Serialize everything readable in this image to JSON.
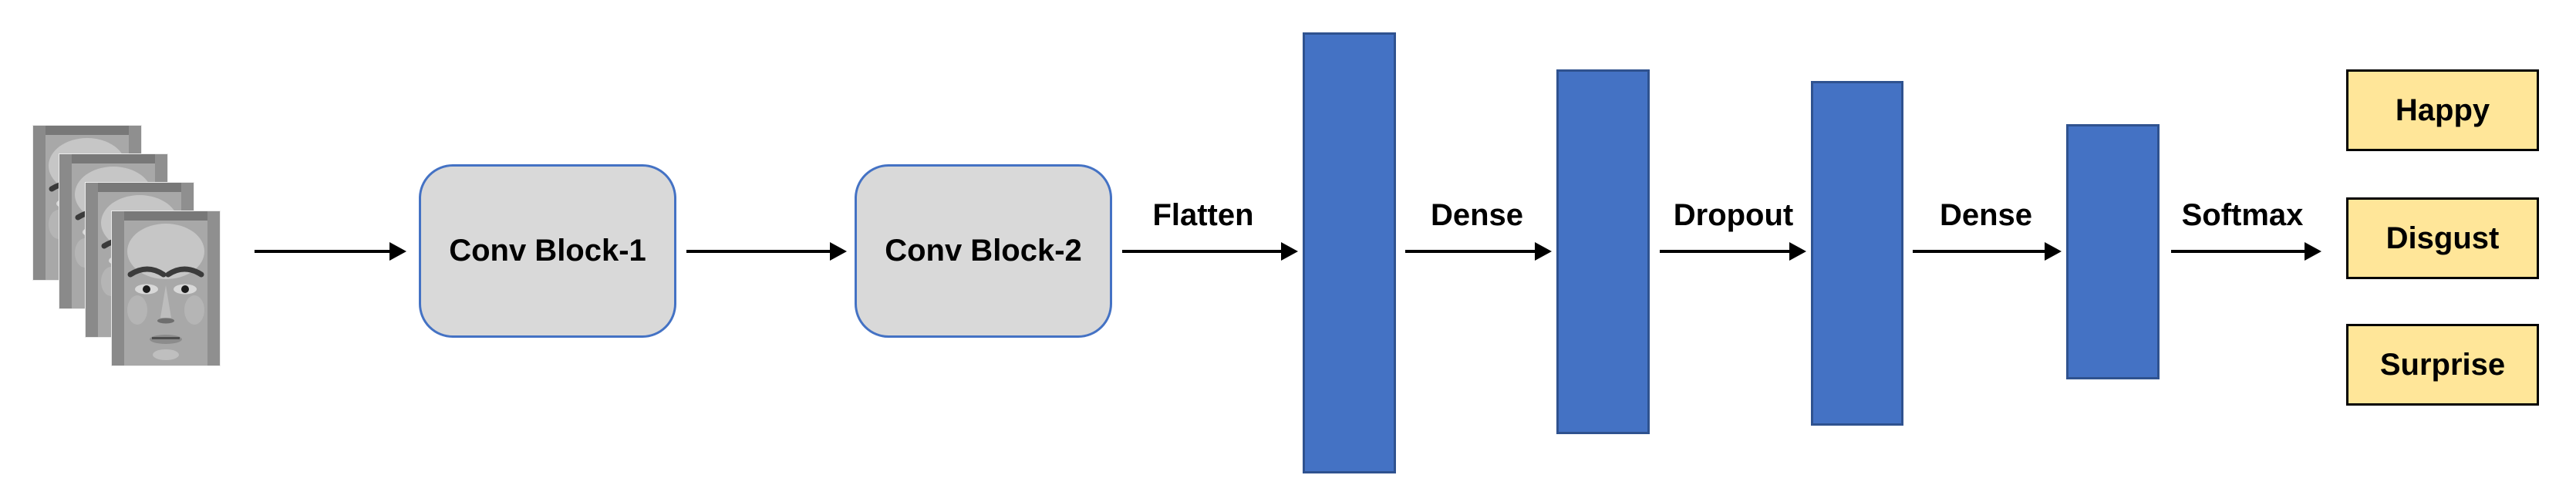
{
  "diagram_type": "cnn-architecture-flow",
  "colors": {
    "background": "#ffffff",
    "bar_fill": "#4472c4",
    "bar_border": "#2f528f",
    "conv_fill": "#d9d9d9",
    "conv_border": "#4472c4",
    "output_fill": "#ffe699",
    "output_border": "#000000",
    "arrow": "#000000",
    "text": "#000000"
  },
  "input": {
    "icon": "face-image-stack",
    "image_count": 4
  },
  "conv_blocks": [
    {
      "label": "Conv Block-1"
    },
    {
      "label": "Conv Block-2"
    }
  ],
  "arrows": [
    {
      "label": ""
    },
    {
      "label": ""
    },
    {
      "label": "Flatten"
    },
    {
      "label": "Dense"
    },
    {
      "label": "Dropout"
    },
    {
      "label": "Dense"
    },
    {
      "label": "Softmax"
    }
  ],
  "layer_bars": [
    {
      "name": "flatten-layer"
    },
    {
      "name": "dense-layer-1"
    },
    {
      "name": "dropout-layer"
    },
    {
      "name": "dense-layer-2"
    }
  ],
  "outputs": [
    {
      "label": "Happy"
    },
    {
      "label": "Disgust"
    },
    {
      "label": "Surprise"
    }
  ]
}
